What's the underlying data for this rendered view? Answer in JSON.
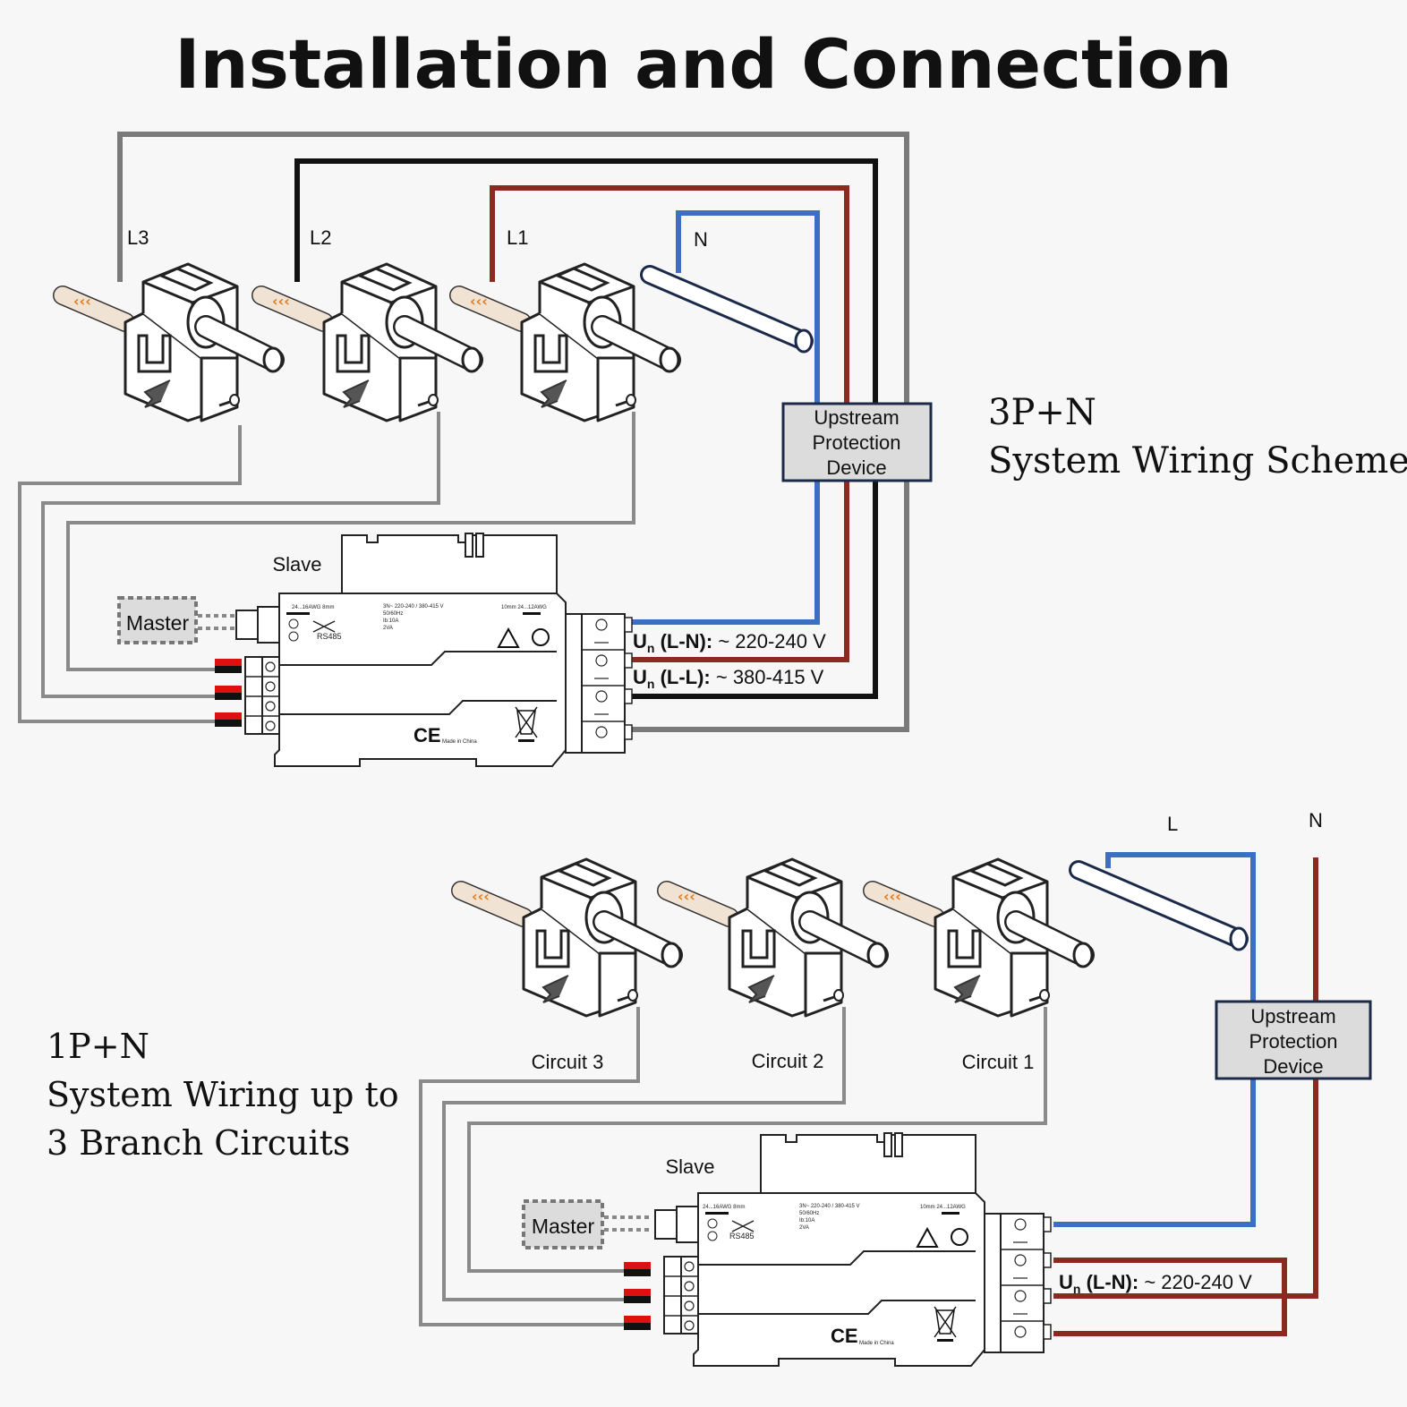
{
  "title": "Installation and Connection",
  "colors": {
    "L1": "#8b2a1f",
    "L2": "#111111",
    "L3": "#7a7a7a",
    "N": "#3a6fc4",
    "arrow": "#e37a1c",
    "protection_fill": "#dcdcdc",
    "protection_stroke": "#1c2a4a"
  },
  "three_phase": {
    "heading_line1": "3P+N",
    "heading_line2": "System Wiring Scheme",
    "labels": {
      "L3": "L3",
      "L2": "L2",
      "L1": "L1",
      "N": "N"
    },
    "protection": [
      "Upstream",
      "Protection",
      "Device"
    ],
    "slave": "Slave",
    "master": "Master",
    "voltage_ln_prefix": "U",
    "voltage_ln_sub": "n",
    "voltage_ln_mid": " (L-N):",
    "voltage_ln_value": " ~ 220-240 V",
    "voltage_ll_prefix": "U",
    "voltage_ll_sub": "n",
    "voltage_ll_mid": " (L-L):",
    "voltage_ll_value": "  ~ 380-415 V"
  },
  "single_phase": {
    "heading_line1": "1P+N",
    "heading_line2": "System Wiring up to",
    "heading_line3": "3 Branch Circuits",
    "labels": {
      "L": "L",
      "N": "N"
    },
    "circuits": [
      "Circuit 3",
      "Circuit 2",
      "Circuit 1"
    ],
    "protection": [
      "Upstream",
      "Protection",
      "Device"
    ],
    "slave": "Slave",
    "master": "Master",
    "voltage_ln_prefix": "U",
    "voltage_ln_sub": "n",
    "voltage_ln_mid": " (L-N):",
    "voltage_ln_value": " ~ 220-240 V"
  },
  "meter_fine_print": {
    "awg_left": "24...16AWG  8mm",
    "rs485": "RS485",
    "spec_line1": "3N~ 220-240 / 380-415 V",
    "spec_line2": "50/60Hz",
    "spec_line3": "Ib:10A",
    "spec_line4": "2VA",
    "awg_right": "10mm  24...12AWG",
    "made_in": "Made in China",
    "ce": "CE"
  }
}
